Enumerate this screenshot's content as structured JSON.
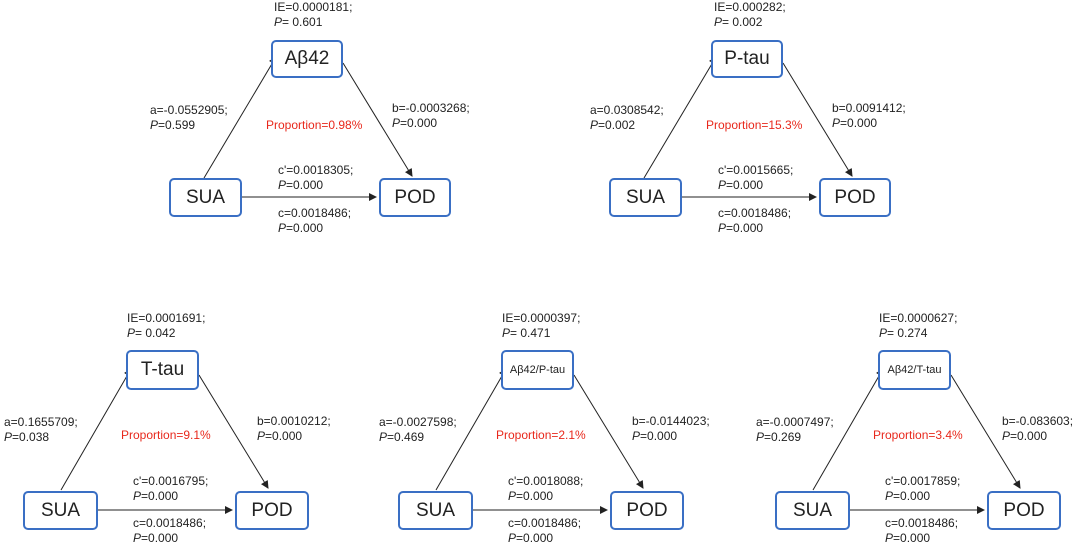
{
  "colors": {
    "node_border": "#3a6fc4",
    "proportion_text": "#e8281c",
    "text": "#222222"
  },
  "panels": [
    {
      "mediator": "Aβ42",
      "x": "SUA",
      "y": "POD",
      "ie": "IE=0.0000181;",
      "ie_p": "P",
      "ie_p_val": "= 0.601",
      "a": "a=-0.0552905;",
      "a_p": "P",
      "a_p_val": "=0.599",
      "b": "b=-0.0003268;",
      "b_p": "P",
      "b_p_val": "=0.000",
      "c_prime": "c'=0.0018305;",
      "c_prime_p": "P",
      "c_prime_p_val": "=0.000",
      "c": "c=0.0018486;",
      "c_p": "P",
      "c_p_val": "=0.000",
      "proportion": "Proportion=0.98%"
    },
    {
      "mediator": "P-tau",
      "x": "SUA",
      "y": "POD",
      "ie": "IE=0.000282;",
      "ie_p": "P",
      "ie_p_val": "= 0.002",
      "a": "a=0.0308542;",
      "a_p": "P",
      "a_p_val": "=0.002",
      "b": "b=0.0091412;",
      "b_p": "P",
      "b_p_val": "=0.000",
      "c_prime": "c'=0.0015665;",
      "c_prime_p": "P",
      "c_prime_p_val": "=0.000",
      "c": "c=0.0018486;",
      "c_p": "P",
      "c_p_val": "=0.000",
      "proportion": "Proportion=15.3%"
    },
    {
      "mediator": "T-tau",
      "x": "SUA",
      "y": "POD",
      "ie": "IE=0.0001691;",
      "ie_p": "P",
      "ie_p_val": "= 0.042",
      "a": "a=0.1655709;",
      "a_p": "P",
      "a_p_val": "=0.038",
      "b": "b=0.0010212;",
      "b_p": "P",
      "b_p_val": "=0.000",
      "c_prime": "c'=0.0016795;",
      "c_prime_p": "P",
      "c_prime_p_val": "=0.000",
      "c": "c=0.0018486;",
      "c_p": "P",
      "c_p_val": "=0.000",
      "proportion": "Proportion=9.1%"
    },
    {
      "mediator": "Aβ42/P-tau",
      "x": "SUA",
      "y": "POD",
      "ie": "IE=0.0000397;",
      "ie_p": "P",
      "ie_p_val": "= 0.471",
      "a": "a=-0.0027598;",
      "a_p": "P",
      "a_p_val": "=0.469",
      "b": "b=-0.0144023;",
      "b_p": "P",
      "b_p_val": "=0.000",
      "c_prime": "c'=0.0018088;",
      "c_prime_p": "P",
      "c_prime_p_val": "=0.000",
      "c": "c=0.0018486;",
      "c_p": "P",
      "c_p_val": "=0.000",
      "proportion": "Proportion=2.1%"
    },
    {
      "mediator": "Aβ42/T-tau",
      "x": "SUA",
      "y": "POD",
      "ie": "IE=0.0000627;",
      "ie_p": "P",
      "ie_p_val": "= 0.274",
      "a": "a=-0.0007497;",
      "a_p": "P",
      "a_p_val": "=0.269",
      "b": "b=-0.083603;",
      "b_p": "P",
      "b_p_val": "=0.000",
      "c_prime": "c'=0.0017859;",
      "c_prime_p": "P",
      "c_prime_p_val": "=0.000",
      "c": "c=0.0018486;",
      "c_p": "P",
      "c_p_val": "=0.000",
      "proportion": "Proportion=3.4%"
    }
  ]
}
